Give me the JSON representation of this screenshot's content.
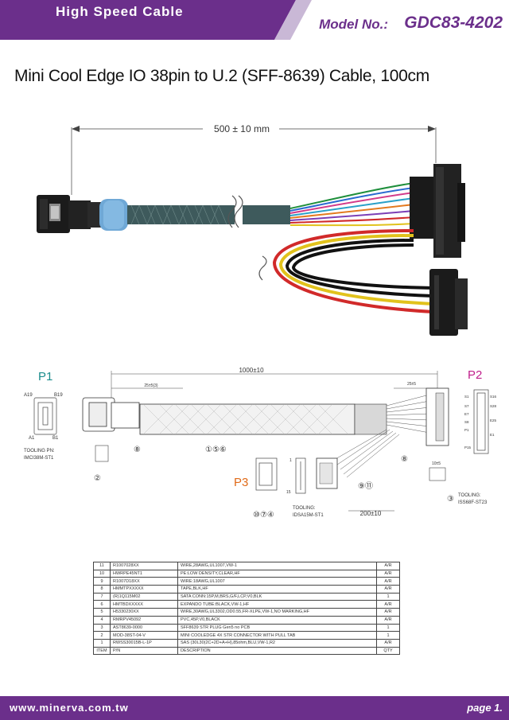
{
  "header": {
    "section_label": "High Speed Cable",
    "model_label": "Model No.:",
    "model_value": "GDC83-4202",
    "brand_color": "#6b2f8b"
  },
  "title": "Mini Cool Edge IO 38pin to U.2 (SFF-8639) Cable, 100cm",
  "photo": {
    "length_label": "500 ± 10 mm"
  },
  "drawing": {
    "p1": "P1",
    "p2": "P2",
    "p3": "P3",
    "pin_a19": "A19",
    "pin_b19": "B19",
    "pin_a1": "A1",
    "pin_b1": "B1",
    "tooling_p1_line1": "TOOLING PN:",
    "tooling_p1_line2": "IMCI38M-ST1",
    "tooling_p2_line1": "TOOLING:",
    "tooling_p2_line2": "ISS68F-ST23",
    "tooling_p3_line1": "TOOLING:",
    "tooling_p3_line2": "IDSA15M-ST1",
    "dim_total": "1000±10",
    "dim_left": "25±5(3)",
    "dim_right": "25±5",
    "dim_branch": "200±10",
    "dim_small": "10±5",
    "balloon_2": "②",
    "balloon_8a": "⑧",
    "balloon_8b": "⑧",
    "balloon_3": "③",
    "balloon_156": "①⑤⑥",
    "balloon_911": "⑨⑪",
    "balloon_1074": "⑩⑦④",
    "p3_pin_1": "1",
    "p3_pin_15": "15",
    "p2_pin_s1": "S1",
    "p2_pin_s7": "S7",
    "p2_pin_e7": "E7",
    "p2_pin_s8": "S8",
    "p2_pin_p1": "P1",
    "p2_pin_p15": "P15",
    "p2_pin_s16": "S16",
    "p2_pin_s28": "S28",
    "p2_pin_e25": "E25",
    "p2_pin_e1": "E1"
  },
  "bom": [
    {
      "item": "11",
      "pn": "R1007028XX",
      "desc": "WIRE,28AWG,UL1007,VW-1",
      "qty": "A/R"
    },
    {
      "item": "10",
      "pn": "HWRPE45NT1",
      "desc": "PE:LOW DENSITY,CLEAR,HF",
      "qty": "A/R"
    },
    {
      "item": "9",
      "pn": "R1007D18XX",
      "desc": "WIRE:18AWG,UL1007",
      "qty": "A/R"
    },
    {
      "item": "8",
      "pn": "HMMTPXXXXX",
      "desc": "TAPE,BLK,HF",
      "qty": "A/R"
    },
    {
      "item": "7",
      "pn": "(R)1Q115M02",
      "desc": "SATA CONN:15P,M,BRS,G/F,LCP,V0,BLK",
      "qty": "1"
    },
    {
      "item": "6",
      "pn": "HMTBDXXXXX",
      "desc": "EXPANDO TUBE:BLACK,VW-1,HF",
      "qty": "A/R"
    },
    {
      "item": "5",
      "pn": "H5330230XX",
      "desc": "WIRE,30AWG,UL3302,OD0.55,FR-XLPE,VW-1,NO MARKING,HF",
      "qty": "A/R"
    },
    {
      "item": "4",
      "pn": "RMRPV45092",
      "desc": "PVC,45P,V0,BLACK",
      "qty": "A/R"
    },
    {
      "item": "3",
      "pn": "AST8639-0000",
      "desc": "SFF8639 STR PLUG Gen5 no PCB",
      "qty": "1"
    },
    {
      "item": "2",
      "pn": "MOD-38ST-04-V",
      "desc": "MINI COOLEDGE 4X STR CONNECTOR WITH PULL TAB",
      "qty": "1"
    },
    {
      "item": "1",
      "pn": "RWSS30015B-L-1P",
      "desc": "SAS (30L30(2C+2D+A+H),85ohm,BLU,VW-1,R2",
      "qty": "A/R"
    }
  ],
  "bom_header": {
    "item": "ITEM",
    "pn": "P/N",
    "desc": "DESCRIPTION",
    "qty": "QTY"
  },
  "footer": {
    "website": "www.minerva.com.tw",
    "page": "page 1."
  }
}
